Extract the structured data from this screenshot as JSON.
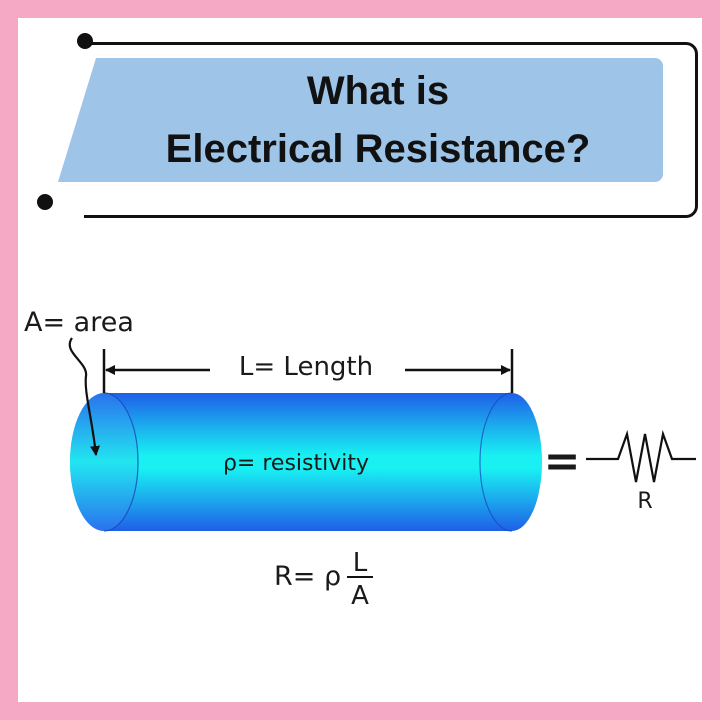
{
  "title": {
    "line1": "What is",
    "line2": "Electrical Resistance?"
  },
  "diagram": {
    "area_label": "A= area",
    "length_label": "L= Length",
    "resistivity_label": "ρ= resistivity",
    "equals_sign": "=",
    "resistor_label": "R",
    "formula": {
      "prefix": "R= ρ",
      "numerator": "L",
      "denominator": "A"
    }
  },
  "colors": {
    "frame": "#f6a9c4",
    "title_band": "#9ec4e8",
    "cylinder_core": "#18f0f2",
    "cylinder_edge": "#1f5fe8"
  }
}
